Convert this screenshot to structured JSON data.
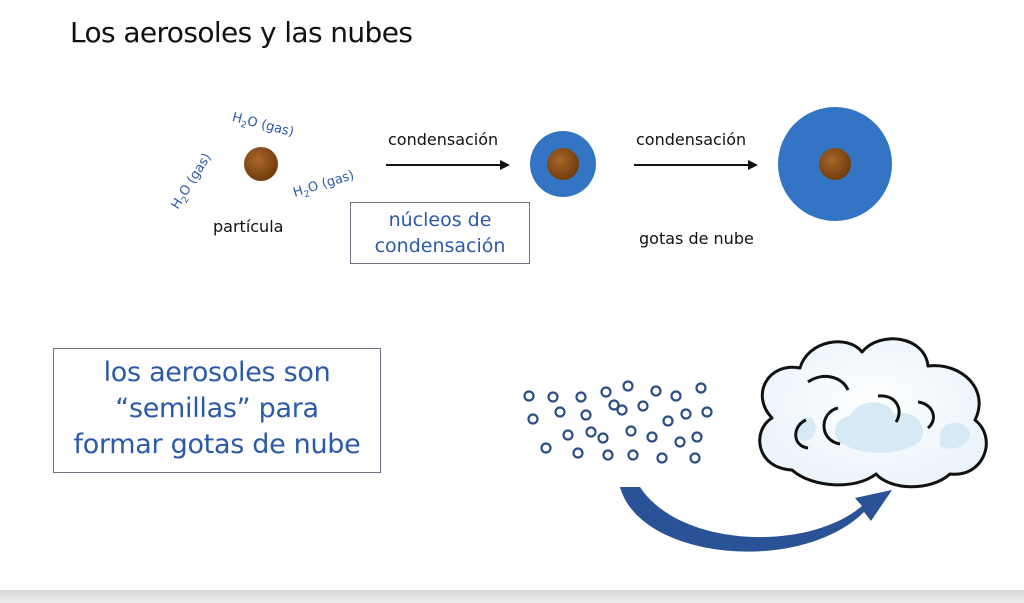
{
  "title": "Los aerosoles y las nubes",
  "h2o_labels": [
    "H2O (gas)",
    "H2O (gas)",
    "H2O (gas)"
  ],
  "particle_label": "partícula",
  "arrow1_label": "condensación",
  "arrow2_label": "condensación",
  "nuclei_box": {
    "line1": "núcleos de",
    "line2": "condensación"
  },
  "droplet_label": "gotas de nube",
  "aerosol_box": {
    "line1": "los aerosoles son",
    "line2": "“semillas” para",
    "line3": "formar gotas de nube"
  },
  "colors": {
    "particle": "#8a4e15",
    "water": "#3474c4",
    "text_blue": "#2b5aa8",
    "aerosol_ring": "#2b4f86",
    "cloud_shade": "#d6eaf5",
    "cloud_outline": "#111111",
    "curved_arrow": "#2a5296"
  },
  "icons": {
    "cloud": "cloud-icon",
    "aerosol_cluster": "aerosol-particles-icon",
    "curved_arrow": "curved-arrow-icon"
  }
}
